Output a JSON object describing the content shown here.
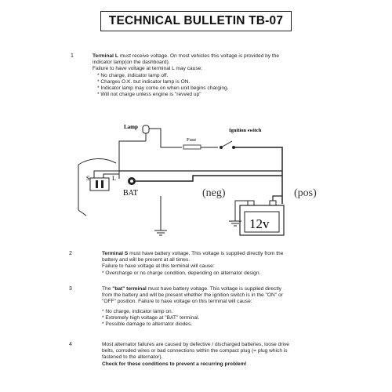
{
  "title": "TECHNICAL BULLETIN TB-07",
  "items": [
    {
      "number": "1",
      "lead_bold": "Terminal L",
      "lead_rest": " must receive voltage. On most vehicles this voltage is provided by the",
      "lines": [
        "indicator lamp(on the dashboard).",
        "Failure to have voltage at terminal L may cause:"
      ],
      "bullets": [
        "* No charge, indicator lamp off.",
        "* Charges O.K. but indicator lamp is ON.",
        "* Indicator lamp may come on when unit begins charging.",
        "* Will not charge unless engine is \"revved up\""
      ]
    },
    {
      "number": "2",
      "lead_bold": "Terminal S",
      "lead_rest": " must have battery voltage.  This voltage is supplied directly from the",
      "lines": [
        "battery and will be present at all times.",
        "Failure to have voltage at this terminal will cause:"
      ],
      "bullets": [
        "* Overcharge or no charge condition, depending on alternator design."
      ]
    },
    {
      "number": "3",
      "lead_pre": "The ",
      "lead_bold": "\"bat\" terminal",
      "lead_rest": " must have battery voltage.  This voltage is supplied directly",
      "lines": [
        "from the battery and will be present whether the ignition switch is in the \"ON\" or",
        "\"OFF\" position. Failure to have voltage on this terminal will cause:"
      ],
      "bullets": [
        "* No charge, indicator lamp on.",
        "* Extremely high voltage at \"BAT\" terminal.",
        "* Possible damage to alternator diodes."
      ]
    },
    {
      "number": "4",
      "lines": [
        "Most alternator failures are caused by defective / discharged batteries, loose drive",
        "belts, corroded wires or bad connections within the compact plug (= plug which is",
        "fastened to the alternator)."
      ],
      "closing_bold": "Check for these conditions to prevent a recurring problem!"
    }
  ],
  "diagram": {
    "lamp": "Lamp",
    "fuse": "Fuse",
    "ignition": "Ignition switch",
    "s": "S",
    "l": "L",
    "bat": "BAT",
    "neg": "(neg)",
    "pos": "(pos)",
    "battery": "12v"
  }
}
